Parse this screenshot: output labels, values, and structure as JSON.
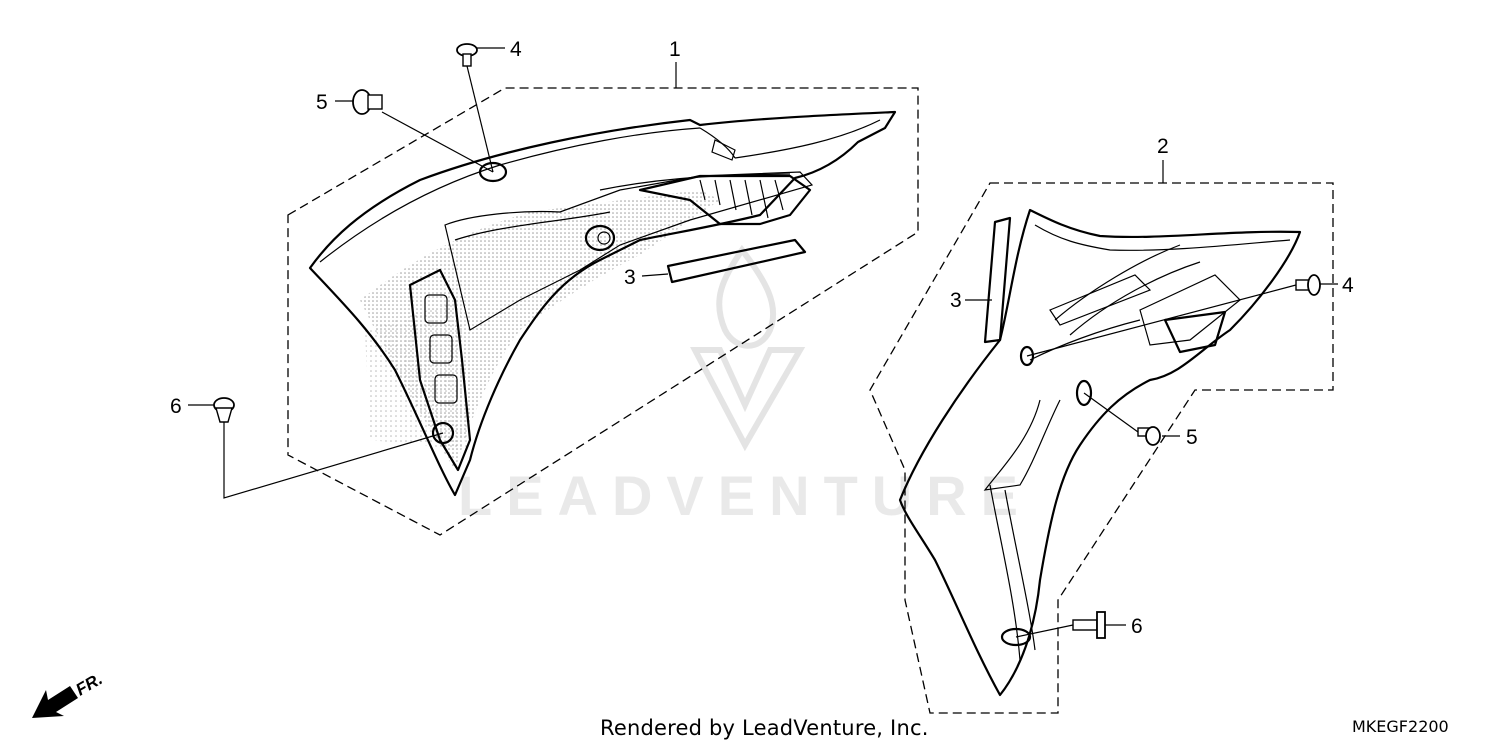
{
  "diagram": {
    "callouts": {
      "shroud_left": "1",
      "shroud_right": "2",
      "stripe_left": "3",
      "stripe_right": "3",
      "bolt_top_left": "4",
      "bolt_right": "4",
      "bolt_left": "5",
      "bolt_right_mid": "5",
      "bolt_bottom_left": "6",
      "bolt_bottom_right": "6"
    },
    "front_indicator": "FR.",
    "watermark_text": "LEADVENTURE"
  },
  "footer": {
    "rendered_by": "Rendered by LeadVenture, Inc.",
    "diagram_code": "MKEGF2200"
  },
  "colors": {
    "line": "#000000",
    "watermark": "#d8d8d8",
    "background": "#ffffff"
  }
}
